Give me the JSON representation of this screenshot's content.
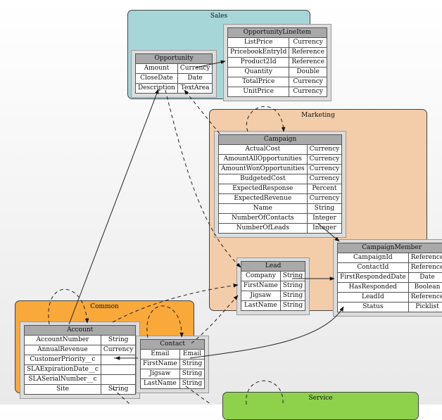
{
  "packages": {
    "sales": {
      "title": "Sales",
      "color": "#a7d6d8"
    },
    "marketing": {
      "title": "Marketing",
      "color": "#f3cdaa"
    },
    "common": {
      "title": "Common",
      "color": "#f9a83a"
    },
    "service": {
      "title": "Service",
      "color": "#8ed24c"
    }
  },
  "entities": {
    "opportunity": {
      "name": "Opportunity",
      "fields": [
        [
          "Amount",
          "Currency"
        ],
        [
          "CloseDate",
          "Date"
        ],
        [
          "Description",
          "TextArea"
        ]
      ]
    },
    "opportunity_line_item": {
      "name": "OpportunityLineItem",
      "fields": [
        [
          "ListPrice",
          "Currency"
        ],
        [
          "PricebookEntryId",
          "Reference"
        ],
        [
          "Product2Id",
          "Reference"
        ],
        [
          "Quantity",
          "Double"
        ],
        [
          "TotalPrice",
          "Currency"
        ],
        [
          "UnitPrice",
          "Currency"
        ]
      ]
    },
    "campaign": {
      "name": "Campaign",
      "fields": [
        [
          "ActualCost",
          "Currency"
        ],
        [
          "AmountAllOpportunities",
          "Currency"
        ],
        [
          "AmountWonOpportunities",
          "Currency"
        ],
        [
          "BudgetedCost",
          "Currency"
        ],
        [
          "ExpectedResponse",
          "Percent"
        ],
        [
          "ExpectedRevenue",
          "Currency"
        ],
        [
          "Name",
          "String"
        ],
        [
          "NumberOfContacts",
          "Integer"
        ],
        [
          "NumberOfLeads",
          "Integer"
        ]
      ]
    },
    "campaign_member": {
      "name": "CampaignMember",
      "fields": [
        [
          "CampaignId",
          "Reference"
        ],
        [
          "ContactId",
          "Reference"
        ],
        [
          "FirstRespondedDate",
          "Date"
        ],
        [
          "HasResponded",
          "Boolean"
        ],
        [
          "LeadId",
          "Reference"
        ],
        [
          "Status",
          "Picklist"
        ]
      ]
    },
    "lead": {
      "name": "Lead",
      "fields": [
        [
          "Company",
          "String"
        ],
        [
          "FirstName",
          "String"
        ],
        [
          "Jigsaw",
          "String"
        ],
        [
          "LastName",
          "String"
        ]
      ]
    },
    "account": {
      "name": "Account",
      "fields": [
        [
          "AccountNumber",
          "String"
        ],
        [
          "AnnualRevenue",
          "Currency"
        ],
        [
          "CustomerPriority__c",
          ""
        ],
        [
          "SLAExpirationDate__c",
          ""
        ],
        [
          "SLASerialNumber__c",
          ""
        ],
        [
          "Site",
          "String"
        ]
      ]
    },
    "contact": {
      "name": "Contact",
      "fields": [
        [
          "Email",
          "Email"
        ],
        [
          "FirstName",
          "String"
        ],
        [
          "Jigsaw",
          "String"
        ],
        [
          "LastName",
          "String"
        ]
      ]
    }
  }
}
